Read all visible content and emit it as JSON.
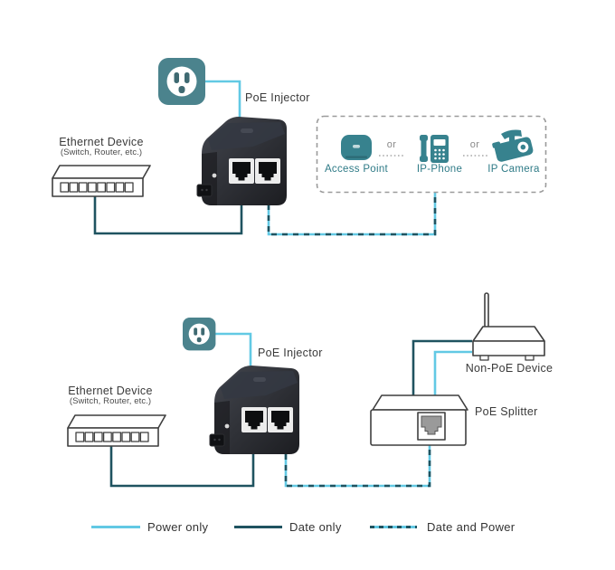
{
  "colors": {
    "power_line": "#62c9e4",
    "data_line": "#1f5360",
    "teal_icon": "#37828e",
    "outlet_teal": "#4b838d",
    "label_teal": "#2f7b87",
    "label_dark": "#3a3a3a",
    "dashed_box_border": "#9b9b9b",
    "injector_body": "#232428"
  },
  "icons": {
    "power_outlet": "us-power-socket-glyph",
    "access_point": "rounded-square-ap-glyph",
    "ip_phone": "desk-phone-keypad-glyph",
    "ip_camera": "bullet-camera-glyph"
  },
  "top_diagram": {
    "poe_injector_label": "PoE Injector",
    "ethernet_device_label": "Ethernet Device",
    "ethernet_device_sub": "(Switch, Router, etc.)",
    "devices_box": {
      "access_point_label": "Access Point",
      "or_1": "or",
      "ip_phone_label": "IP-Phone",
      "or_2": "or",
      "ip_camera_label": "IP Camera"
    }
  },
  "bottom_diagram": {
    "poe_injector_label": "PoE Injector",
    "ethernet_device_label": "Ethernet Device",
    "ethernet_device_sub": "(Switch, Router, etc.)",
    "non_poe_device_label": "Non-PoE Device",
    "poe_splitter_label": "PoE Splitter"
  },
  "legend": {
    "items": [
      {
        "label": "Power only",
        "style": "solid-power"
      },
      {
        "label": "Date only",
        "style": "solid-data"
      },
      {
        "label": "Date and Power",
        "style": "dashed-data-power"
      }
    ]
  }
}
